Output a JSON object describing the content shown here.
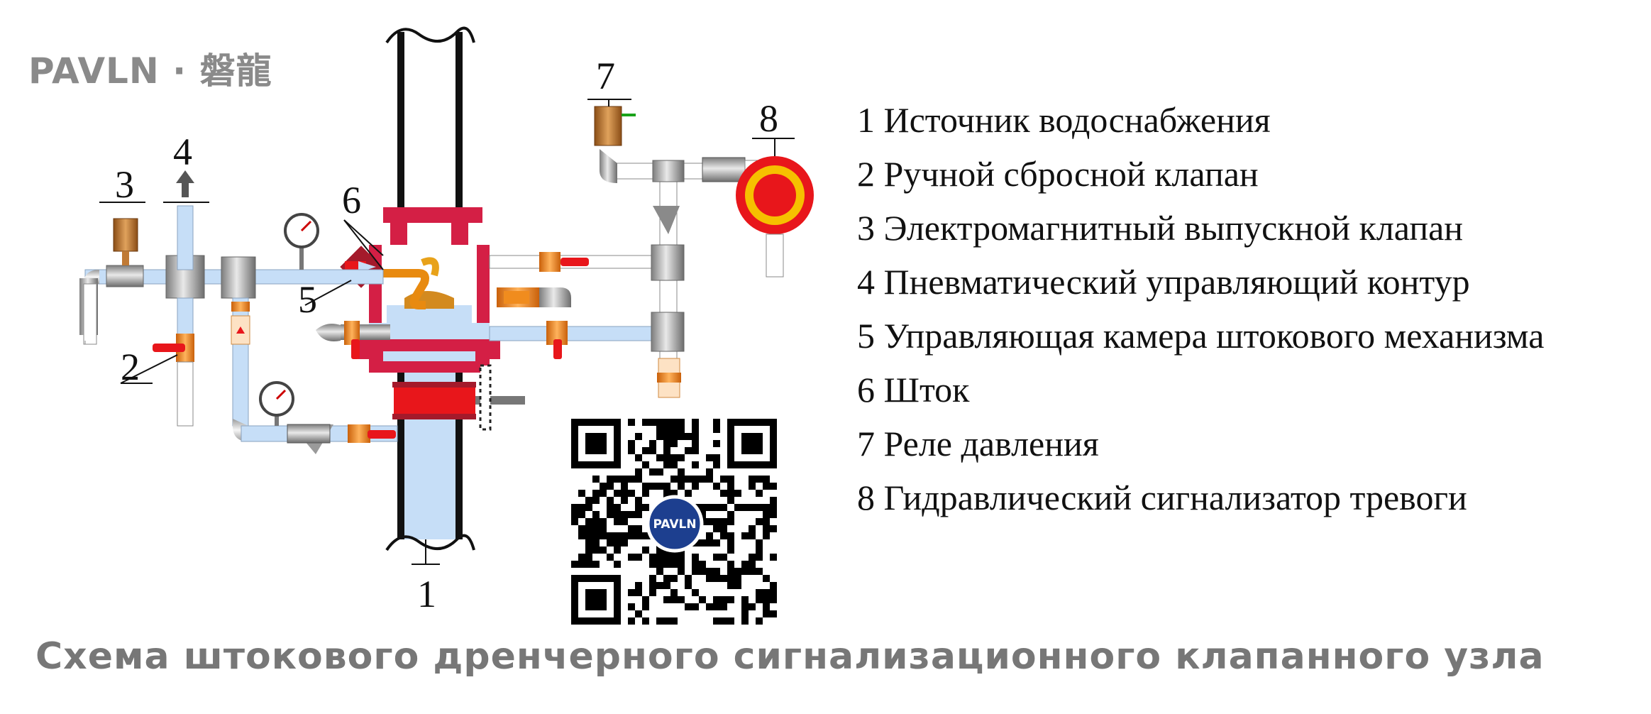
{
  "brand": {
    "logo_text": "PAVLN · 磐龍"
  },
  "diagram": {
    "callouts": [
      "1",
      "2",
      "3",
      "4",
      "5",
      "6",
      "7",
      "8"
    ],
    "qr_badge": "PAVLN"
  },
  "legend": {
    "items": [
      "1 Источник водоснабжения",
      "2 Ручной сбросной клапан",
      "3 Электромагнитный выпускной клапан",
      "4 Пневматический управляющий контур",
      "5 Управляющая камера штокового механизма",
      "6 Шток",
      "7 Реле давления",
      "8 Гидравлический сигнализатор тревоги"
    ]
  },
  "title": "Схема штокового дренчерного сигнализационного клапанного узла",
  "colors": {
    "water": "#c6def7",
    "valve_body": "#d41f45",
    "pipe_grey": "#b5b5b5",
    "handle_red": "#e8161b",
    "brass": "#f08c1e",
    "copper": "#c07a35",
    "logo_grey": "#8a8a8a",
    "title_grey": "#777777"
  }
}
